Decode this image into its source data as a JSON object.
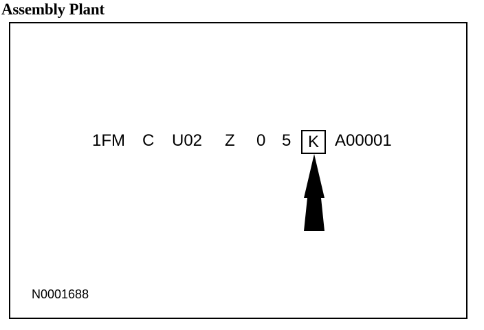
{
  "title": "Assembly Plant",
  "vin_segments": [
    "1FM",
    "C",
    "U02",
    "Z",
    "0",
    "5",
    "K",
    "A00001"
  ],
  "highlighted_segment": "K",
  "reference_code": "N0001688"
}
